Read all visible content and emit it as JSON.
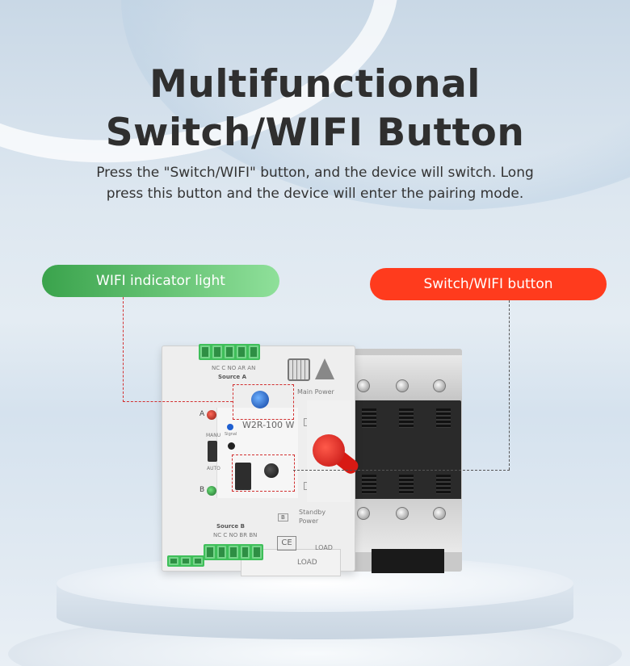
{
  "headline": {
    "line1": "Multifunctional",
    "line2": "Switch/WIFI Button"
  },
  "description": {
    "line1": "Press the \"Switch/WIFI\" button, and the device will switch. Long",
    "line2": "press this button and the device will enter the pairing mode."
  },
  "callouts": {
    "wifi_label": "WIFI indicator light",
    "switch_label": "Switch/WIFI button"
  },
  "device": {
    "model": "W2R-100 W",
    "source_a": "Source A",
    "source_b": "Source B",
    "terminal_top_labels": "NC C NO AR AN",
    "terminal_bottom_labels": "NC C NO BR BN",
    "main_power": "Main Power",
    "standby_power_1": "Standby",
    "standby_power_2": "Power",
    "load": "LOAD",
    "load_bottom": "LOAD",
    "side_a": "A",
    "side_b": "B",
    "manu": "MANU",
    "auto": "AUTO",
    "signal": "Signal",
    "ce": "CE",
    "b_tag": "B"
  },
  "colors": {
    "wifi_pill": "#3aa34c",
    "switch_pill": "#ff3b1d",
    "headline": "#2f2f2f"
  }
}
